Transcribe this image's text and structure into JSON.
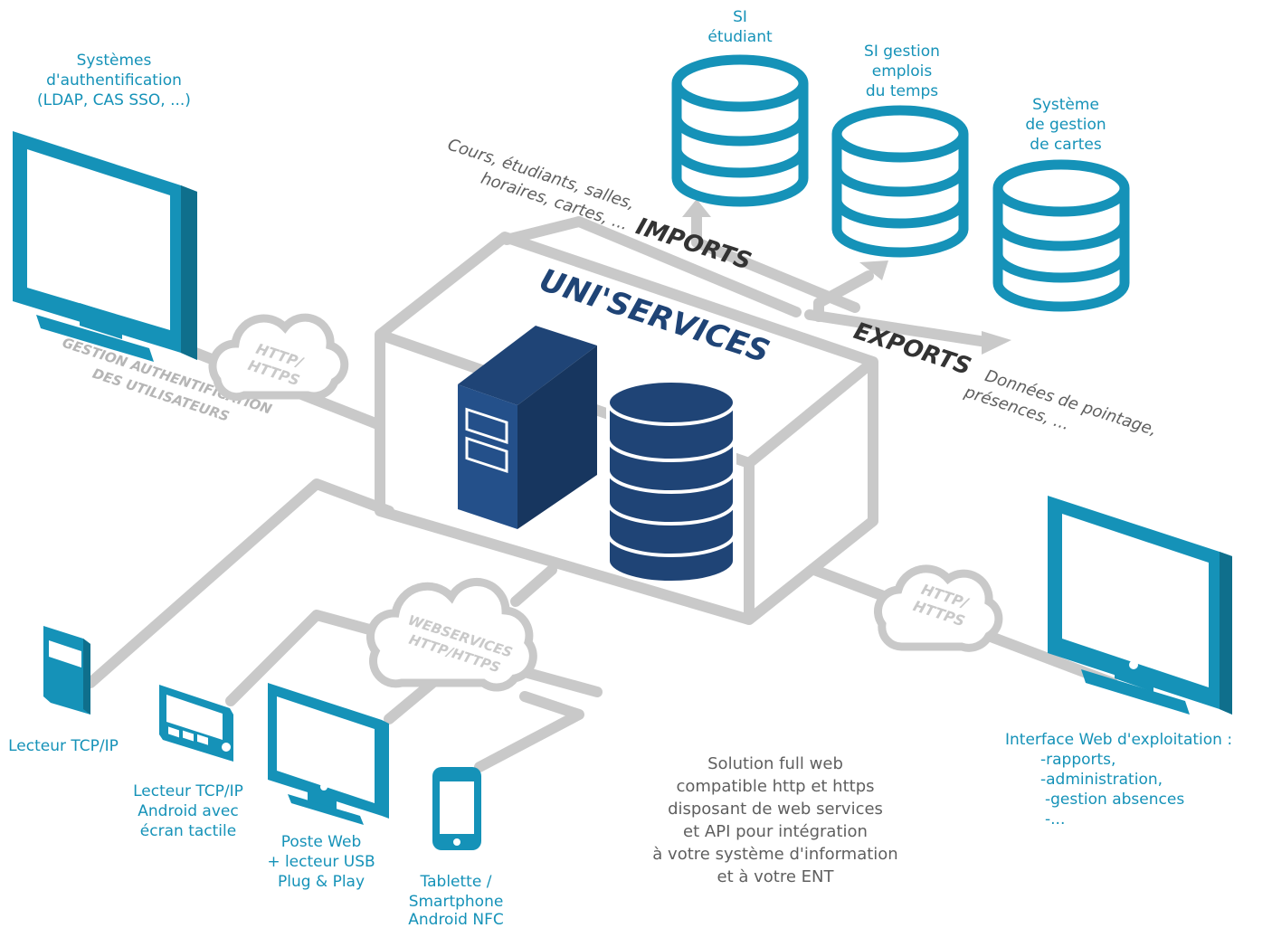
{
  "colors": {
    "accent": "#1592b8",
    "navy": "#1f4476",
    "line_gray": "#c9c9c9",
    "text_gray": "#5f5f5f"
  },
  "center": {
    "title": "UNI'SERVICES"
  },
  "top_left": {
    "auth_title": [
      "Systèmes",
      "d'authentification",
      "(LDAP, CAS SSO, ...)"
    ],
    "auth_caption": [
      "GESTION AUTHENTIFICATION",
      "DES UTILISATEURS"
    ]
  },
  "databases": [
    {
      "label_lines": [
        "SI",
        "étudiant"
      ]
    },
    {
      "label_lines": [
        "SI gestion",
        "emplois",
        "du temps"
      ]
    },
    {
      "label_lines": [
        "Système",
        "de gestion",
        "de cartes"
      ]
    }
  ],
  "imports": {
    "title": "IMPORTS",
    "desc_lines": [
      "Cours, étudiants, salles,",
      "horaires, cartes, ..."
    ]
  },
  "exports": {
    "title": "EXPORTS",
    "desc_lines": [
      "Données de pointage,",
      "présences, ..."
    ]
  },
  "clouds": {
    "auth": [
      "HTTP/",
      "HTTPS"
    ],
    "webservices": [
      "WEBSERVICES",
      "HTTP/HTTPS"
    ],
    "interface": [
      "HTTP/",
      "HTTPS"
    ]
  },
  "devices": {
    "reader_tcp": "Lecteur TCP/IP",
    "reader_android": [
      "Lecteur TCP/IP",
      "Android avec",
      "écran tactile"
    ],
    "web_post": [
      "Poste Web",
      "+ lecteur USB",
      "Plug & Play"
    ],
    "tablet": [
      "Tablette /",
      "Smartphone",
      "Android NFC"
    ]
  },
  "interface_web": [
    "Interface Web d'exploitation :",
    "-rapports,",
    "-administration,",
    "-gestion absences",
    "-..."
  ],
  "solution_text": [
    "Solution full web",
    "compatible http et https",
    "disposant de web services",
    "et API pour intégration",
    "à votre système d'information",
    "et à votre ENT"
  ]
}
